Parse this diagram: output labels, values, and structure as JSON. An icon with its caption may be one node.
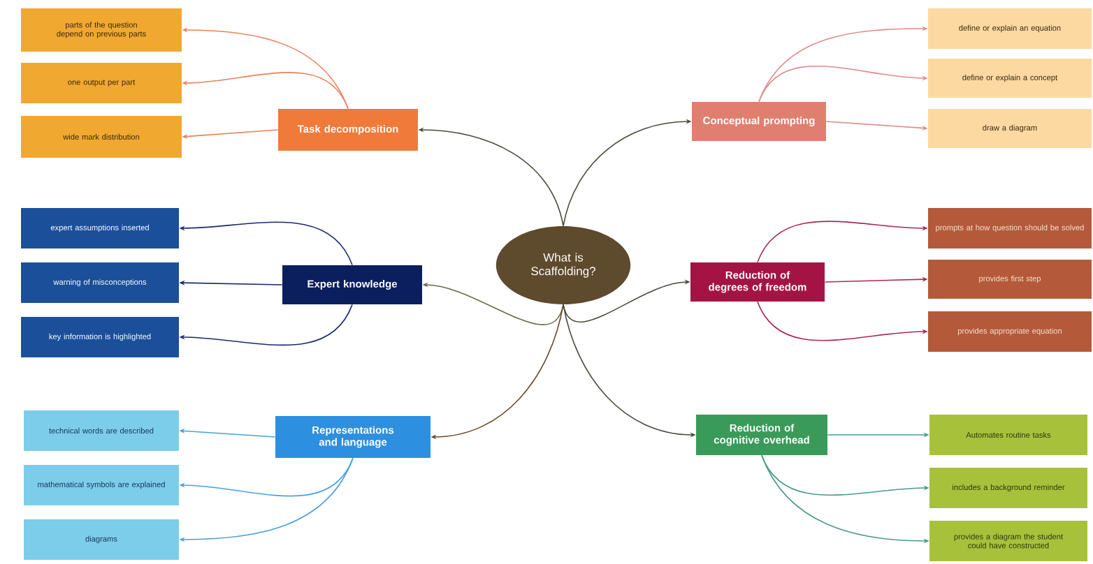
{
  "diagram": {
    "nodes": [
      {
        "text": [
          "What is Scaffolding?"
        ]
      },
      {
        "text": [
          "Task decomposition"
        ]
      },
      {
        "text": [
          "parts of the question depend on previous parts"
        ]
      },
      {
        "text": [
          "one output per part"
        ]
      },
      {
        "text": [
          "wide mark distribution"
        ]
      },
      {
        "text": [
          "Conceptual prompting"
        ]
      },
      {
        "text": [
          "define or explain an equation"
        ]
      },
      {
        "text": [
          "define or explain a concept"
        ]
      },
      {
        "text": [
          "draw a diagram"
        ]
      },
      {
        "text": [
          "Expert knowledge"
        ]
      },
      {
        "text": [
          "expert assumptions inserted"
        ]
      },
      {
        "text": [
          "warning of misconceptions"
        ]
      },
      {
        "text": [
          "key information is highlighted"
        ]
      },
      {
        "text": [
          "Reduction of degrees of freedom"
        ]
      },
      {
        "text": [
          "prompts at how question should be solved"
        ]
      },
      {
        "text": [
          "provides first step"
        ]
      },
      {
        "text": [
          "provides appropriate equation"
        ]
      },
      {
        "text": [
          "Representations and language"
        ]
      },
      {
        "text": [
          "technical words are described"
        ]
      },
      {
        "text": [
          "mathematical symbols are explained"
        ]
      },
      {
        "text": [
          "diagrams"
        ]
      },
      {
        "text": [
          "Reduction of cognitive overhead"
        ]
      },
      {
        "text": [
          "Automates routine tasks"
        ]
      },
      {
        "text": [
          "includes a background reminder"
        ]
      },
      {
        "text": [
          "provides a diagram the student could have constructed"
        ]
      }
    ],
    "edges": [
      {
        "from": 0,
        "to": 1,
        "arrow": "to",
        "color": "#4a4a3a"
      },
      {
        "from": 1,
        "to": 2,
        "arrow": "to",
        "color": "#e8825a"
      },
      {
        "from": 1,
        "to": 3,
        "arrow": "to",
        "color": "#e8825a"
      },
      {
        "from": 1,
        "to": 4,
        "arrow": "to",
        "color": "#e8825a"
      },
      {
        "from": 0,
        "to": 5,
        "arrow": "to",
        "color": "#4a4a3a"
      },
      {
        "from": 5,
        "to": 6,
        "arrow": "to",
        "color": "#e08a8a"
      },
      {
        "from": 5,
        "to": 7,
        "arrow": "to",
        "color": "#e08a8a"
      },
      {
        "from": 5,
        "to": 8,
        "arrow": "to",
        "color": "#e08a8a"
      },
      {
        "from": 0,
        "to": 9,
        "arrow": "to",
        "color": "#6a6a4a"
      },
      {
        "from": 9,
        "to": 10,
        "arrow": "to",
        "color": "#1a2a6a"
      },
      {
        "from": 9,
        "to": 11,
        "arrow": "to",
        "color": "#1a2a6a"
      },
      {
        "from": 9,
        "to": 12,
        "arrow": "to",
        "color": "#1a2a6a"
      },
      {
        "from": 0,
        "to": 13,
        "arrow": "to",
        "color": "#4a4a3a"
      },
      {
        "from": 13,
        "to": 14,
        "arrow": "to",
        "color": "#a8285a"
      },
      {
        "from": 13,
        "to": 15,
        "arrow": "to",
        "color": "#a8285a"
      },
      {
        "from": 13,
        "to": 16,
        "arrow": "to",
        "color": "#a8285a"
      },
      {
        "from": 0,
        "to": 17,
        "arrow": "to",
        "color": "#6a4a2a"
      },
      {
        "from": 17,
        "to": 18,
        "arrow": "to",
        "color": "#4aa0e0"
      },
      {
        "from": 17,
        "to": 19,
        "arrow": "to",
        "color": "#4aa0e0"
      },
      {
        "from": 17,
        "to": 20,
        "arrow": "to",
        "color": "#4aa0e0"
      },
      {
        "from": 0,
        "to": 21,
        "arrow": "to",
        "color": "#4a4a3a"
      },
      {
        "from": 21,
        "to": 22,
        "arrow": "to",
        "color": "#4a9a8a"
      },
      {
        "from": 21,
        "to": 23,
        "arrow": "to",
        "color": "#4a9a8a"
      },
      {
        "from": 21,
        "to": 24,
        "arrow": "to",
        "color": "#4a9a8a"
      }
    ]
  }
}
